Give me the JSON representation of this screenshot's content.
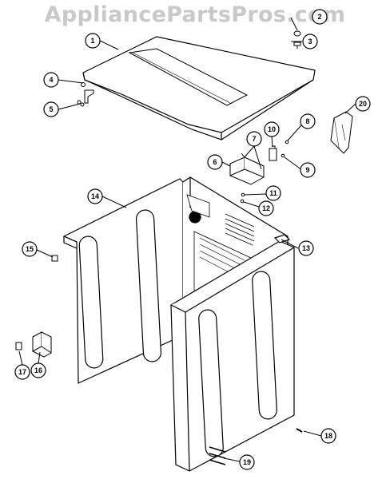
{
  "watermark": "AppliancePartsPros.com",
  "callouts": [
    {
      "label": "1"
    },
    {
      "label": "2"
    },
    {
      "label": "3"
    },
    {
      "label": "4"
    },
    {
      "label": "5"
    },
    {
      "label": "6"
    },
    {
      "label": "7"
    },
    {
      "label": "8"
    },
    {
      "label": "9"
    },
    {
      "label": "10"
    },
    {
      "label": "11"
    },
    {
      "label": "12"
    },
    {
      "label": "13"
    },
    {
      "label": "14"
    },
    {
      "label": "15"
    },
    {
      "label": "16"
    },
    {
      "label": "17"
    },
    {
      "label": "18"
    },
    {
      "label": "19"
    },
    {
      "label": "20"
    }
  ]
}
